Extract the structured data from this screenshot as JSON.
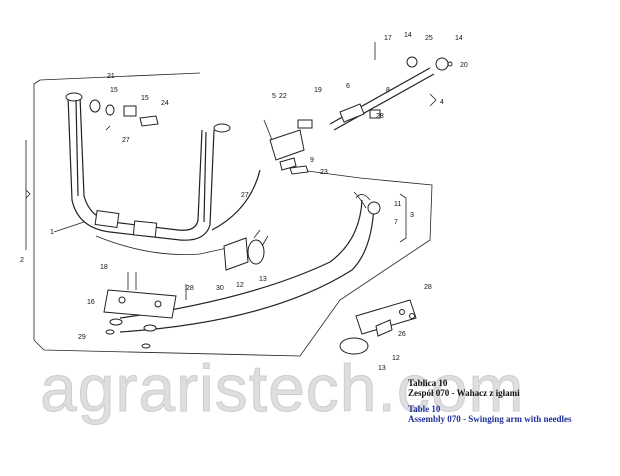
{
  "caption": {
    "line1": "Tablica 10",
    "line2": "Zespół 070 - Wahacz z igłami",
    "line3": "Table 10",
    "line4": "Assembly 070 - Swinging arm with needles"
  },
  "watermark": "agraristech.com",
  "callouts": [
    "1",
    "2",
    "3",
    "4",
    "5",
    "6",
    "7",
    "8",
    "9",
    "11",
    "12",
    "13",
    "14",
    "15",
    "16",
    "17",
    "18",
    "19",
    "20",
    "21",
    "22",
    "23",
    "24",
    "25",
    "26",
    "27",
    "28",
    "29",
    "30"
  ],
  "colors": {
    "line": "#222222",
    "caption_en": "#1f2f9a",
    "watermark": "#d4d4d4"
  }
}
